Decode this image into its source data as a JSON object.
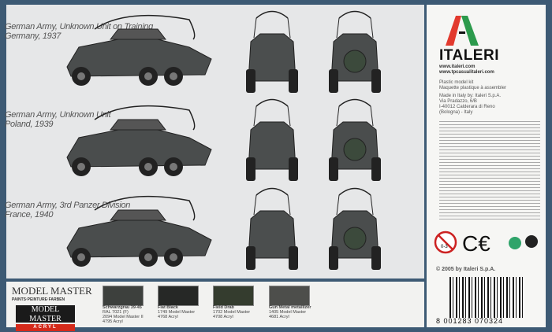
{
  "captions": [
    {
      "line1": "German Army, Unknown Unit on Training",
      "line2": "Germany, 1937"
    },
    {
      "line1": "German Army, Unknown Unit",
      "line2": "Poland, 1939"
    },
    {
      "line1": "German Army, 3rd Panzer Division",
      "line2": "France, 1940"
    }
  ],
  "brand": {
    "name": "ITALERI",
    "web1": "www.italeri.com",
    "web2": "www.tpcasualitaleri.com"
  },
  "product": {
    "line1": "Plastic model kit",
    "line2": "Maquette plastique à assembler"
  },
  "maker": {
    "made_in": "Made in Italy by: Italeri S.p.A.",
    "addr1": "Via Pradazzo, 6/B",
    "addr2": "I-40012 Calderara di Reno",
    "addr3": "(Bologna) - Italy"
  },
  "copyright": "© 2005 by Italeri S.p.A.",
  "age_badge": "0-3",
  "barcode": "8 001283 070324",
  "paint": {
    "brand": "MODEL MASTER",
    "tagline": "PAINTS·PEINTURE·FARBEN",
    "acryl": "ACRYL",
    "swatches": [
      {
        "name": "Schwarzgrau 39-45",
        "l2": "RAL 7021 (F)",
        "l3": "2094 Model Master II",
        "l4": "4795 Acryl",
        "color": "#3d403d"
      },
      {
        "name": "Flat Black",
        "l2": "1749 Model Master",
        "l3": "4768 Acryl",
        "l4": "",
        "color": "#262826"
      },
      {
        "name": "Field Drab",
        "l2": "1702 Model Master",
        "l3": "4708 Acryl",
        "l4": "",
        "color": "#343c2e"
      },
      {
        "name": "Gun Metal metallizer",
        "l2": "1405 Model Master",
        "l3": "4681 Acryl",
        "l4": "",
        "color": "#4d4e4b"
      }
    ]
  }
}
